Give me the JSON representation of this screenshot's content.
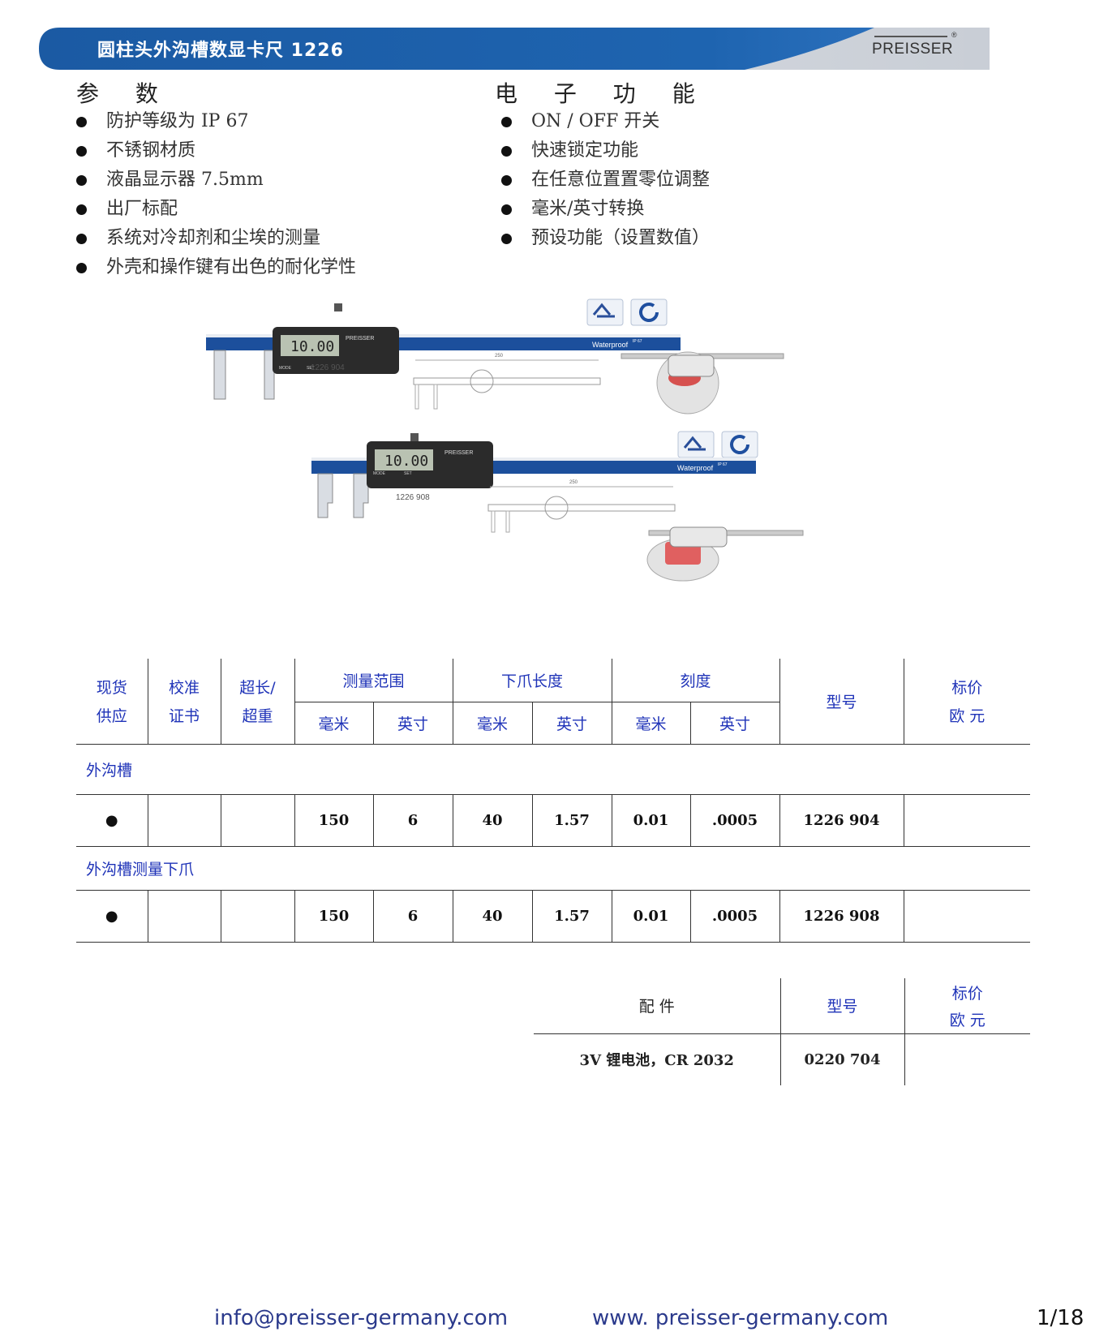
{
  "header": {
    "title": "圆柱头外沟槽数显卡尺 1226",
    "brand": "PREISSER",
    "brand_mark": "®"
  },
  "params": {
    "title": "参 数",
    "items": [
      "防护等级为 IP 67",
      "不锈钢材质",
      "液晶显示器 7.5mm",
      "出厂标配",
      "系统对冷却剂和尘埃的测量",
      "外壳和操作键有出色的耐化学性"
    ]
  },
  "functions": {
    "title": "电 子 功 能",
    "items": [
      "ON / OFF 开关",
      "快速锁定功能",
      "在任意位置置零位调整",
      "毫米/英寸转换",
      "预设功能（设置数值）"
    ]
  },
  "images": {
    "item1": {
      "code": "1226 904",
      "waterproof": "Waterproof",
      "ip": "IP 67",
      "dim_len": "250",
      "brand": "PREISSER",
      "display": "10.00",
      "mode": "MODE",
      "set": "SET"
    },
    "item2": {
      "code": "1226 908",
      "waterproof": "Waterproof",
      "ip": "IP 67",
      "dim_len": "250",
      "brand": "PREISSER",
      "display": "10.00",
      "mode": "MODE",
      "set": "SET"
    }
  },
  "table": {
    "headers": {
      "stock": [
        "现货",
        "供应"
      ],
      "cert": [
        "校准",
        "证书"
      ],
      "oversize": [
        "超长/",
        "超重"
      ],
      "range": "测量范围",
      "jaw": "下爪长度",
      "scale": "刻度",
      "mm": "毫米",
      "inch": "英寸",
      "model": "型号",
      "price": [
        "标价",
        "欧 元"
      ]
    },
    "groups": [
      {
        "name": "外沟槽",
        "row": {
          "stock": "●",
          "range_mm": "150",
          "range_in": "6",
          "jaw_mm": "40",
          "jaw_in": "1.57",
          "scale_mm": "0.01",
          "scale_in": ".0005",
          "model": "1226 904"
        }
      },
      {
        "name": "外沟槽测量下爪",
        "row": {
          "stock": "●",
          "range_mm": "150",
          "range_in": "6",
          "jaw_mm": "40",
          "jaw_in": "1.57",
          "scale_mm": "0.01",
          "scale_in": ".0005",
          "model": "1226 908"
        }
      }
    ]
  },
  "accessories": {
    "header": {
      "part": "配 件",
      "model": "型号",
      "price": [
        "标价",
        "欧 元"
      ]
    },
    "rows": [
      {
        "part": "3V 锂电池，CR 2032",
        "model": "0220 704"
      }
    ]
  },
  "footer": {
    "email": "info@preisser-germany.com",
    "web": "www. preisser-germany.com",
    "page": "1/18"
  },
  "colors": {
    "banner": "#1d5ea8",
    "heading_blue": "#1f33b8",
    "footer_blue": "#2b3a8c"
  }
}
